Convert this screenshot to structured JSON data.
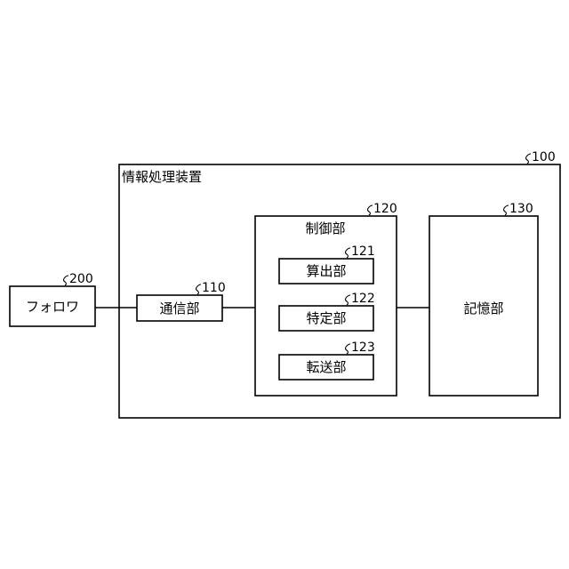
{
  "diagram": {
    "nodes": {
      "device": {
        "label": "情報処理装置",
        "ref": "100"
      },
      "follower": {
        "label": "フォロワ",
        "ref": "200"
      },
      "comm": {
        "label": "通信部",
        "ref": "110"
      },
      "control": {
        "label": "制御部",
        "ref": "120"
      },
      "calc": {
        "label": "算出部",
        "ref": "121"
      },
      "identify": {
        "label": "特定部",
        "ref": "122"
      },
      "transfer": {
        "label": "転送部",
        "ref": "123"
      },
      "storage": {
        "label": "記憶部",
        "ref": "130"
      }
    }
  }
}
